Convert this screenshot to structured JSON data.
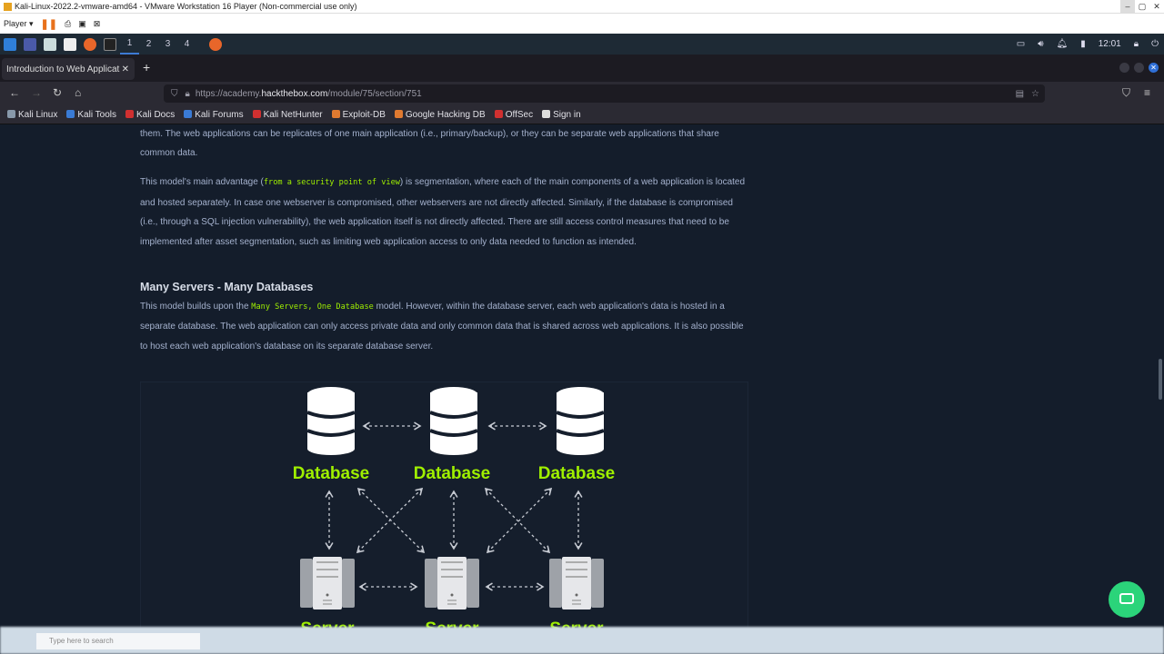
{
  "vm": {
    "title": "Kali-Linux-2022.2-vmware-amd64 - VMware Workstation 16 Player (Non-commercial use only)",
    "player_label": "Player"
  },
  "panel": {
    "workspaces": [
      "1",
      "2",
      "3",
      "4"
    ],
    "clock": "12:01"
  },
  "browser": {
    "tab_title": "Introduction to Web Applicat",
    "url_prefix": "https://academy.",
    "url_domain": "hackthebox.com",
    "url_path": "/module/75/section/751",
    "bookmarks": [
      {
        "label": "Kali Linux",
        "color": "#8899aa"
      },
      {
        "label": "Kali Tools",
        "color": "#3a7bd5"
      },
      {
        "label": "Kali Docs",
        "color": "#d03030"
      },
      {
        "label": "Kali Forums",
        "color": "#3a7bd5"
      },
      {
        "label": "Kali NetHunter",
        "color": "#d03030"
      },
      {
        "label": "Exploit-DB",
        "color": "#e07a30"
      },
      {
        "label": "Google Hacking DB",
        "color": "#e07a30"
      },
      {
        "label": "OffSec",
        "color": "#d03030"
      },
      {
        "label": "Sign in",
        "color": "#dddddd"
      }
    ]
  },
  "article": {
    "p1": "them. The web applications can be replicates of one main application (i.e., primary/backup), or they can be separate web applications that share common data.",
    "p2_before": "This model's main advantage (",
    "p2_code": "from a security point of view",
    "p2_after": ") is segmentation, where each of the main components of a web application is located and hosted separately. In case one webserver is compromised, other webservers are not directly affected. Similarly, if the database is compromised (i.e., through a SQL injection vulnerability), the web application itself is not directly affected. There are still access control measures that need to be implemented after asset segmentation, such as limiting web application access to only data needed to function as intended.",
    "heading": "Many Servers - Many Databases",
    "p3_before": "This model builds upon the ",
    "p3_code": "Many Servers, One Database",
    "p3_after": " model. However, within the database server, each web application's data is hosted in a separate database. The web application can only access private data and only common data that is shared across web applications. It is also possible to host each web application's database on its separate database server."
  },
  "diagram": {
    "db_labels": [
      "Database",
      "Database",
      "Database"
    ],
    "server_labels": [
      "Server",
      "Server",
      "Server"
    ],
    "label_color": "#9fef00"
  },
  "taskbar": {
    "search_placeholder": "Type here to search"
  }
}
